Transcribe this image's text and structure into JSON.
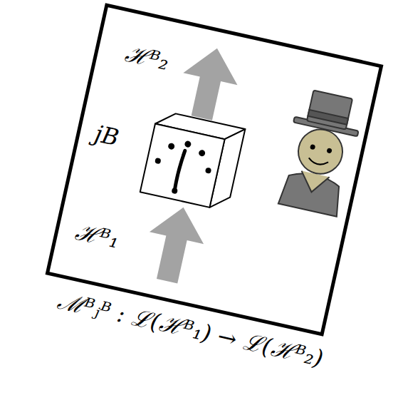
{
  "diagram": {
    "nodes": [
      {
        "text": [
          "ℋᴮ₂",
          "jB",
          "ℋᴮ₁"
        ]
      }
    ],
    "labels": [
      "ℳᴮⱼᴮ : ℒ(ℋᴮ₁) → ℒ(ℋᴮ₂)"
    ]
  }
}
